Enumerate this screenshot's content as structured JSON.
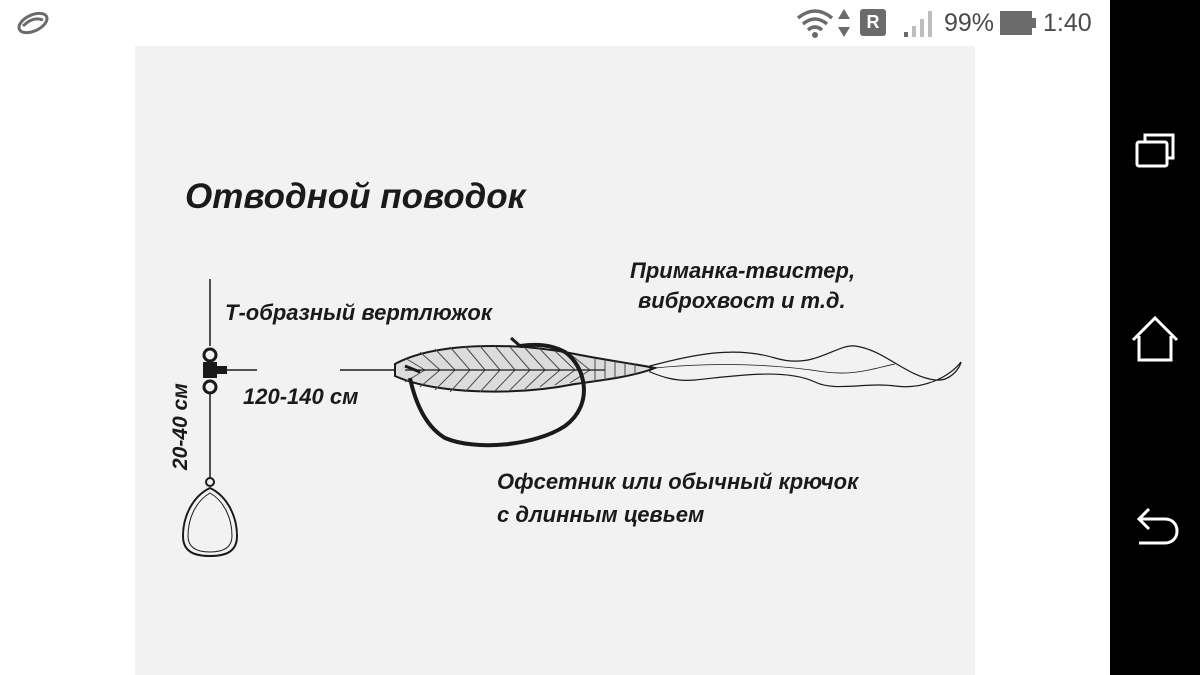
{
  "status_bar": {
    "app_icon": "lens-app-icon",
    "wifi_icon": "wifi-icon",
    "data_arrows_icon": "data-transfer-arrows-icon",
    "roaming_label": "R",
    "signal_icon": "cell-signal-icon",
    "battery_percent": "99%",
    "battery_icon": "battery-icon",
    "time": "1:40"
  },
  "nav_bar": {
    "recent_icon": "recent-apps-icon",
    "home_icon": "home-icon",
    "back_icon": "back-arrow-icon"
  },
  "diagram": {
    "title": "Отводной поводок",
    "swivel_label": "Т-образный вертлюжок",
    "lure_label_line1": "Приманка-твистер,",
    "lure_label_line2": "виброхвост и т.д.",
    "lower_leader_length": "20-40 см",
    "main_leader_length": "120-140 см",
    "hook_label_line1": "Офсетник или обычный крючок",
    "hook_label_line2": "с длинным цевьем"
  },
  "colors": {
    "status_bar_bg": "#ffffff",
    "status_icons": "#6b6b6b",
    "nav_bar_bg": "#000000",
    "nav_icons": "#ffffff",
    "image_bg": "#f2f2f2",
    "ink": "#1a1a1a"
  }
}
